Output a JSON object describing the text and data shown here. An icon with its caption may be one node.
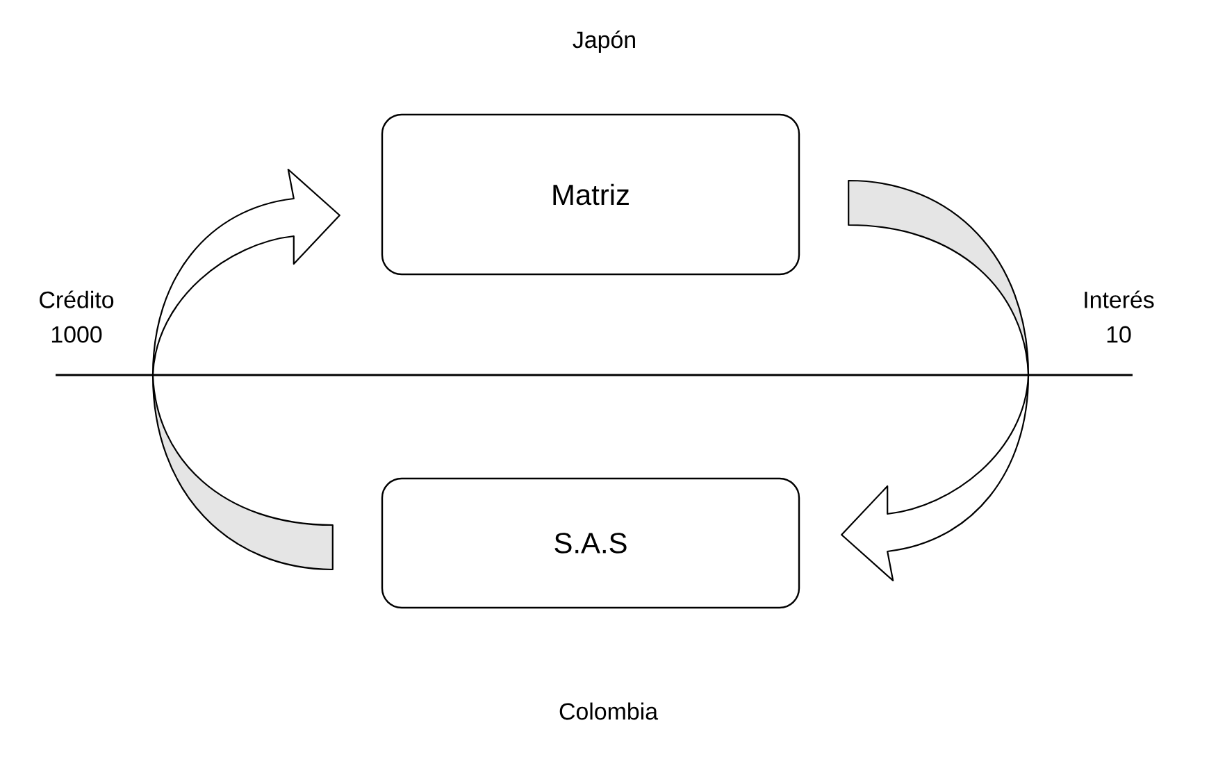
{
  "diagram": {
    "nodes": [
      {
        "text": [
          "Matriz"
        ]
      },
      {
        "text": [
          "S.A.S"
        ]
      }
    ],
    "edges": [
      {
        "from": 1,
        "to": 0,
        "arrow": "to"
      },
      {
        "from": 0,
        "to": 1,
        "arrow": "to"
      }
    ],
    "labels": [
      "Japón",
      "Crédito 1000",
      "Interés 10",
      "Colombia"
    ]
  }
}
